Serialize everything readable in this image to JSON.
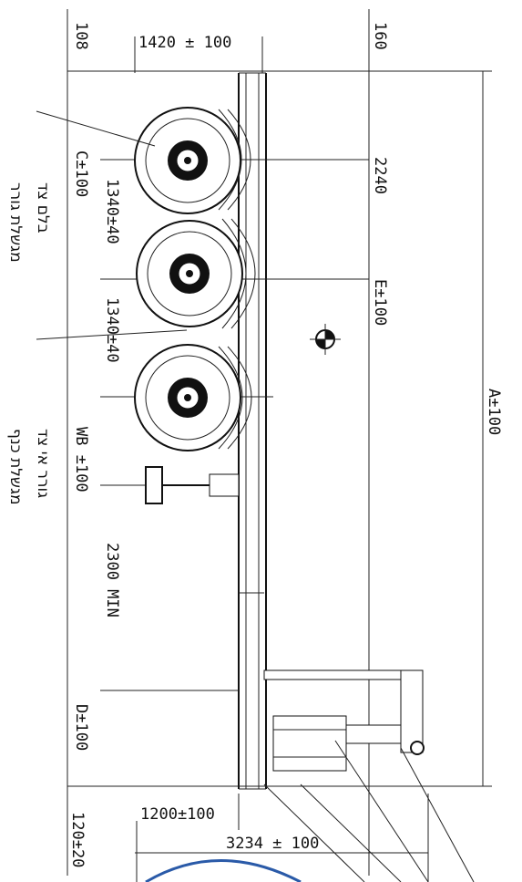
{
  "dimensions": {
    "top_left": "108",
    "top_mid": "1420 ± 100",
    "top_right": "160",
    "axle_spacing_right": "2240",
    "c": "C±100",
    "axle1": "1340±40",
    "axle2": "1340±40",
    "e": "E±100",
    "a": "A±100",
    "wb": "WB ±100",
    "min": "2300 MIN",
    "d": "D±100",
    "bottom_1200": "1200±100",
    "bottom_3234": "3234 ± 100",
    "bottom_120": "120±20"
  },
  "labels": {
    "heb1": "מגשלת גורר",
    "heb2": "בלם צד",
    "heb3": "מגשלת כנף",
    "heb4": "גורר אי צד"
  }
}
